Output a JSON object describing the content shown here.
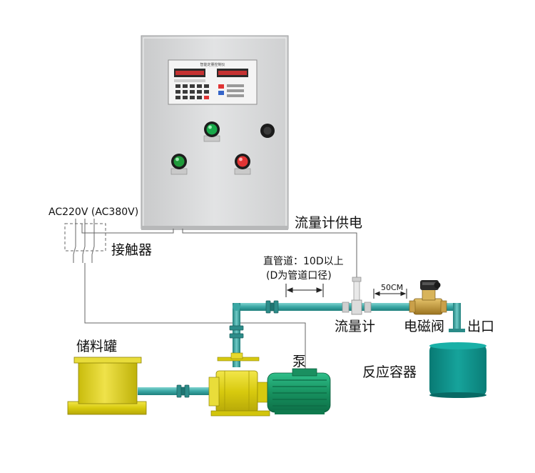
{
  "labels": {
    "power_supply": "AC220V (AC380V)",
    "contactor": "接触器",
    "flowmeter_power": "流量计供电",
    "straight_pipe_line1": "直管道：10D以上",
    "straight_pipe_line2": "(D为管道口径)",
    "distance": "50CM",
    "storage_tank": "储料罐",
    "pump": "泵",
    "flowmeter": "流量计",
    "solenoid_valve": "电磁阀",
    "outlet": "出口",
    "reaction_vessel": "反应容器"
  },
  "controller_display": {
    "title": "智能定量控制仪"
  },
  "colors": {
    "pipe": "#3aa7a4",
    "pump_yellow": "#e3d60c",
    "tank_yellow": "#dccf12",
    "motor_green": "#1c9a6a",
    "vessel_teal": "#0d8d87",
    "cabinet": "#d9dadb",
    "indicator_green": "#19a94a",
    "indicator_red": "#e03434"
  }
}
